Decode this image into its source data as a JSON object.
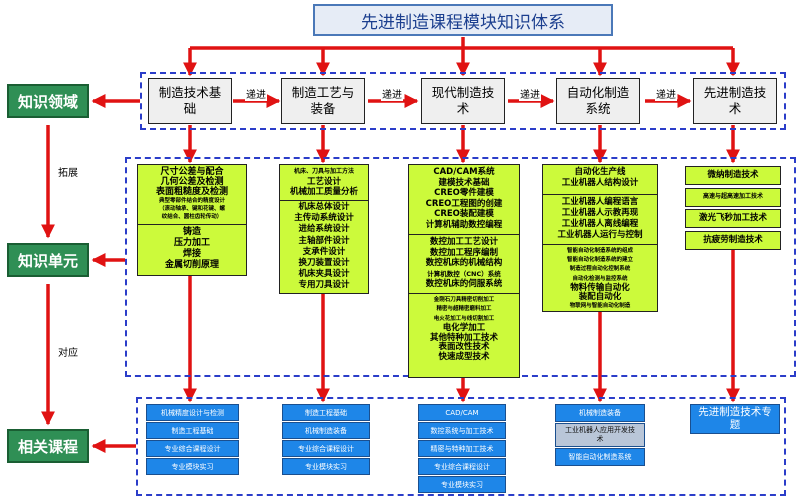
{
  "title": "先进制造课程模块知识体系",
  "left_column": {
    "domain": "知识领域",
    "unit": "知识单元",
    "course": "相关课程",
    "extend": "拓展",
    "correspond": "对应"
  },
  "progress_label": "递进",
  "top_modules": [
    "制造技术基础",
    "制造工艺与装备",
    "现代制造技术",
    "自动化制造系统",
    "先进制造技术"
  ],
  "units": {
    "col1": {
      "sec1": [
        "尺寸公差与配合",
        "几何公差及检测",
        "表面粗糙度及检测",
        "典型零部件结合的精度设计",
        "（滚动轴承、键和花键、螺",
        "纹结合、圆柱齿轮传动）"
      ],
      "sec2": [
        "铸造",
        "压力加工",
        "焊接",
        "金属切削原理"
      ]
    },
    "col2": {
      "sec1": [
        "机床、刀具与加工方法",
        "工艺设计",
        "机械加工质量分析"
      ],
      "sec2": [
        "机床总体设计",
        "主传动系统设计",
        "进给系统设计",
        "主轴部件设计",
        "支承件设计",
        "换刀装置设计",
        "机床夹具设计",
        "专用刀具设计"
      ]
    },
    "col3": {
      "sec1": [
        "CAD/CAM系统",
        "建模技术基础",
        "CREO零件建模",
        "CREO工程图的创建",
        "CREO装配建模",
        "计算机辅助数控编程"
      ],
      "sec2": [
        "数控加工工艺设计",
        "数控加工程序编制",
        "数控机床的机械结构",
        "计算机数控（CNC）系统",
        "数控机床的伺服系统"
      ],
      "sec3": [
        "金刚石刀具精密切削加工",
        "精密与超精密磨料加工",
        "电火花加工与线切割加工",
        "电化学加工",
        "其他特种加工技术",
        "表面改性技术",
        "快速成型技术"
      ]
    },
    "col4": {
      "sec1": [
        "自动化生产线",
        "工业机器人结构设计"
      ],
      "sec2": [
        "工业机器人编程语言",
        "工业机器人示教再现",
        "工业机器人离线编程",
        "工业机器人运行与控制"
      ],
      "sec3": [
        "智能自动化制造系统的组成",
        "智能自动化制造系统的建立",
        "制造过程自动化控制系统",
        "自动化检测与监控系统",
        "物料传输自动化",
        "装配自动化",
        "物联网与智能自动化制造"
      ]
    },
    "col5": [
      "微纳制造技术",
      "高速与超高速加工技术",
      "激光飞秒加工技术",
      "抗疲劳制造技术"
    ]
  },
  "courses": {
    "col1": [
      "机械精度设计与检测",
      "制造工程基础",
      "专业综合课程设计",
      "专业模块实习"
    ],
    "col2": [
      "制造工程基础",
      "机械制造装备",
      "专业综合课程设计",
      "专业模块实习"
    ],
    "col3": [
      "CAD/CAM",
      "数控系统与加工技术",
      "精密与特种加工技术",
      "专业综合课程设计",
      "专业模块实习"
    ],
    "col4": [
      "机械制造装备",
      "工业机器人应用开发技术",
      "智能自动化制造系统"
    ],
    "col5": [
      "先进制造技术专题"
    ]
  },
  "colors": {
    "arrow": "#e01212",
    "dash_frame": "#2b3dc9",
    "unit_fill": "#ccfa3b",
    "course_fill": "#1e86e8",
    "left_box": "#2f8f55"
  }
}
